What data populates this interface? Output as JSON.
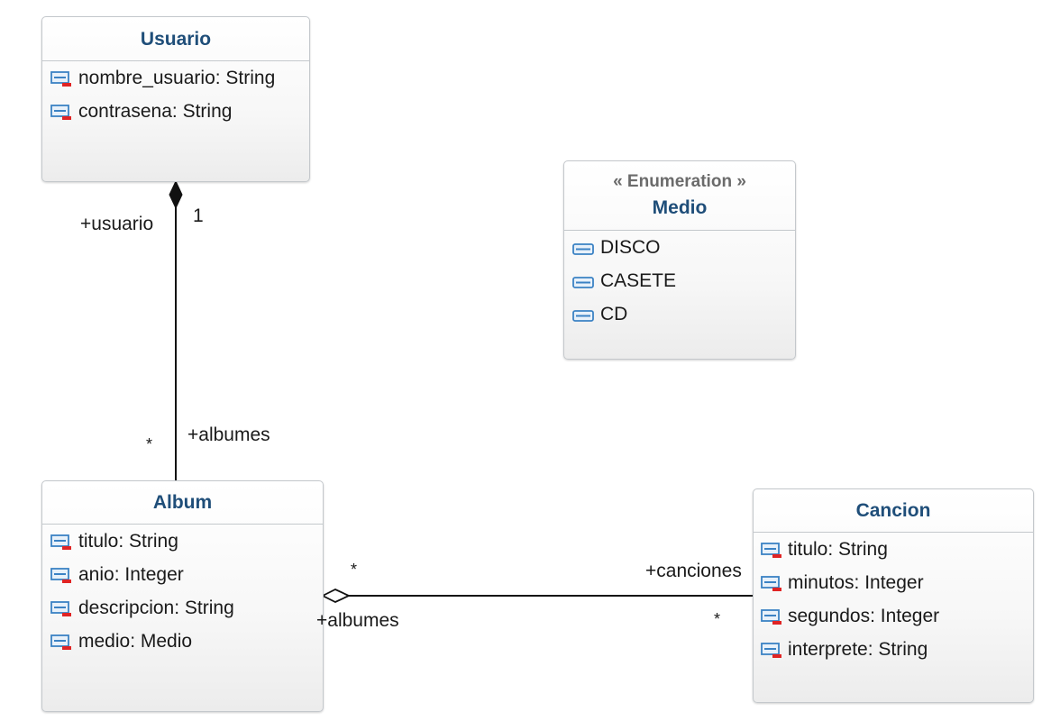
{
  "classes": {
    "usuario": {
      "name": "Usuario",
      "attributes": [
        {
          "icon": "private-attribute-icon",
          "text": "nombre_usuario: String"
        },
        {
          "icon": "private-attribute-icon",
          "text": "contrasena: String"
        }
      ]
    },
    "medio": {
      "stereotype": "« Enumeration »",
      "name": "Medio",
      "literals": [
        {
          "icon": "enum-literal-icon",
          "text": "DISCO"
        },
        {
          "icon": "enum-literal-icon",
          "text": "CASETE"
        },
        {
          "icon": "enum-literal-icon",
          "text": "CD"
        }
      ]
    },
    "album": {
      "name": "Album",
      "attributes": [
        {
          "icon": "private-attribute-icon",
          "text": "titulo: String"
        },
        {
          "icon": "private-attribute-icon",
          "text": "anio: Integer"
        },
        {
          "icon": "private-attribute-icon",
          "text": "descripcion: String"
        },
        {
          "icon": "private-attribute-icon",
          "text": "medio: Medio"
        }
      ]
    },
    "cancion": {
      "name": "Cancion",
      "attributes": [
        {
          "icon": "private-attribute-icon",
          "text": "titulo: String"
        },
        {
          "icon": "private-attribute-icon",
          "text": "minutos: Integer"
        },
        {
          "icon": "private-attribute-icon",
          "text": "segundos: Integer"
        },
        {
          "icon": "private-attribute-icon",
          "text": "interprete: String"
        }
      ]
    }
  },
  "associations": {
    "usuario_album": {
      "type": "composition",
      "usuario_end_role": "+usuario",
      "usuario_end_multiplicity": "1",
      "album_end_role": "+albumes",
      "album_end_multiplicity": "*"
    },
    "album_cancion": {
      "type": "aggregation",
      "album_end_role": "+albumes",
      "album_end_multiplicity": "*",
      "cancion_end_role": "+canciones",
      "cancion_end_multiplicity": "*"
    }
  },
  "colors": {
    "class_name": "#1f4e79",
    "stereotype": "#6b6b6b",
    "border": "#c4c8cc",
    "icon_blue": "#3b82c4",
    "icon_red": "#e02424"
  }
}
